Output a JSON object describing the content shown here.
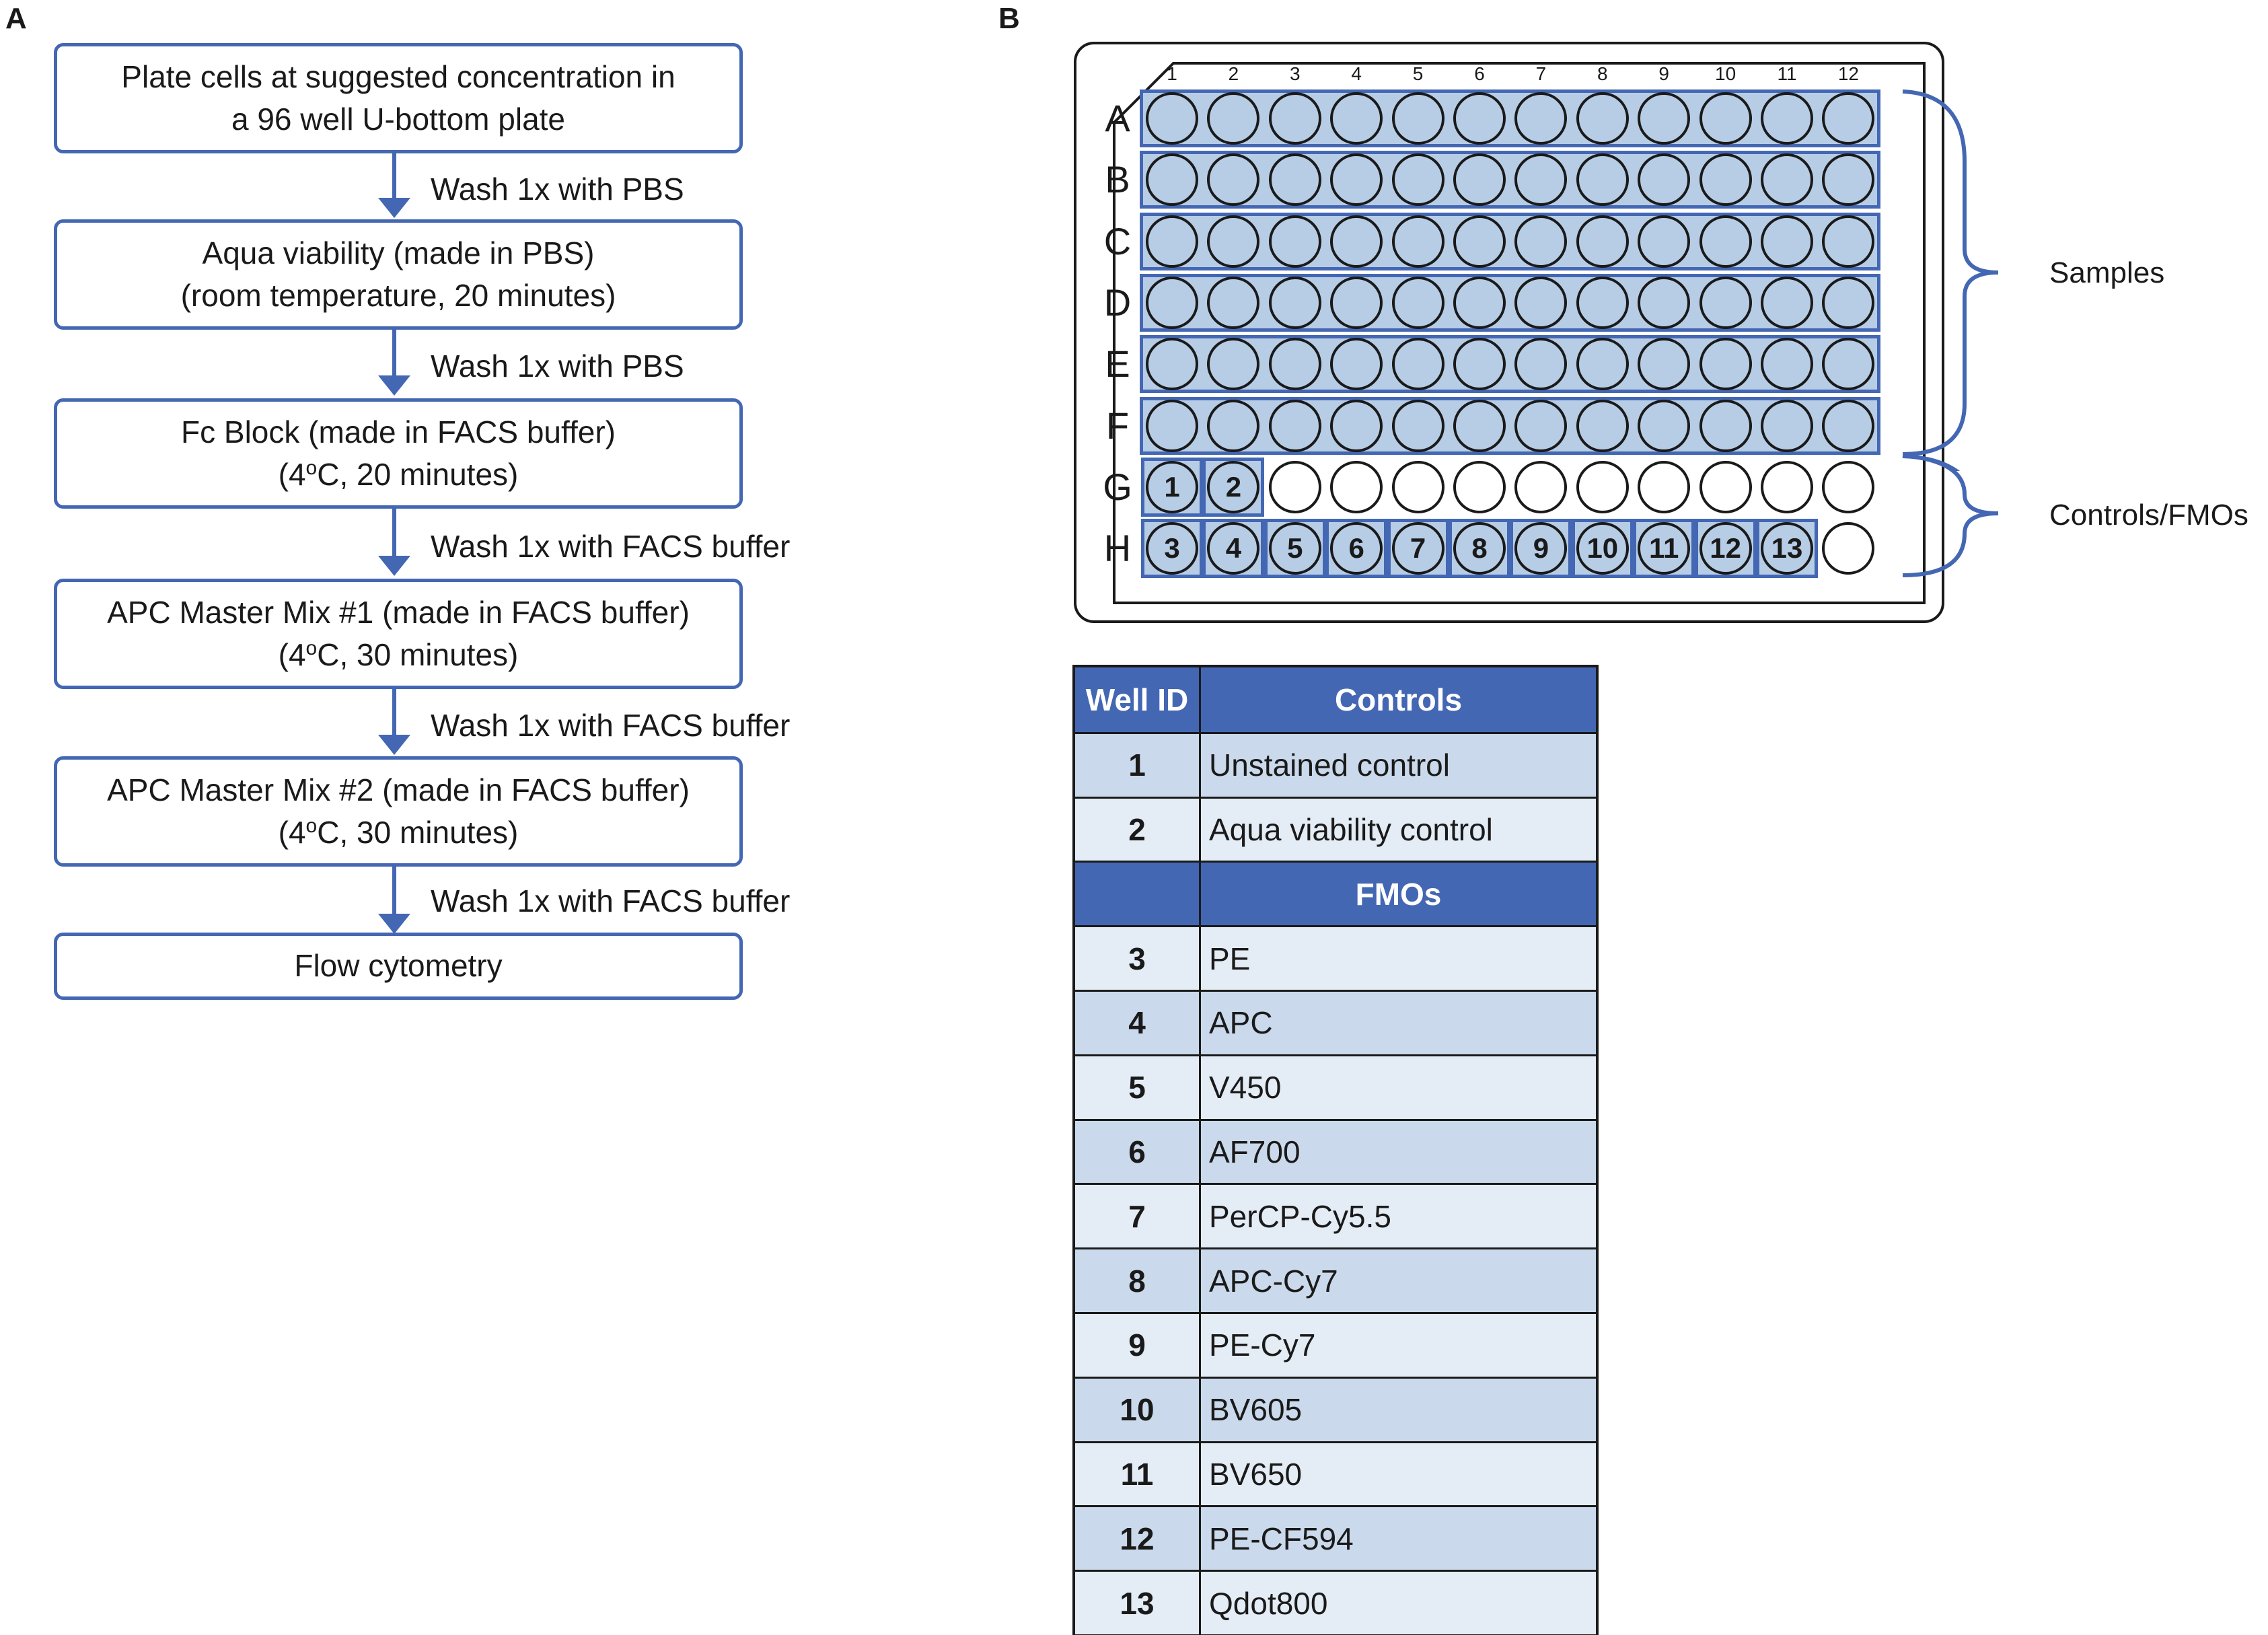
{
  "panel_a_letter": "A",
  "panel_b_letter": "B",
  "workflow": {
    "steps": [
      {
        "line1": "Plate cells at suggested concentration in",
        "line2": "a 96 well U-bottom plate"
      },
      {
        "line1": "Aqua viability (made in PBS)",
        "line2": "(room temperature, 20 minutes)"
      },
      {
        "line1": "Fc Block (made in FACS buffer)",
        "line2_pre": "(4",
        "line2_sup": "o",
        "line2_post": "C, 20 minutes)"
      },
      {
        "line1": "APC Master Mix #1 (made in FACS buffer)",
        "line2_pre": "(4",
        "line2_sup": "o",
        "line2_post": "C, 30 minutes)"
      },
      {
        "line1": "APC Master Mix #2 (made in FACS buffer)",
        "line2_pre": "(4",
        "line2_sup": "o",
        "line2_post": "C, 30 minutes)"
      },
      {
        "line1": "Flow cytometry"
      }
    ],
    "washes": [
      "Wash 1x with PBS",
      "Wash 1x with PBS",
      "Wash 1x with FACS buffer",
      "Wash 1x with FACS buffer",
      "Wash 1x with FACS buffer"
    ]
  },
  "plate": {
    "columns": [
      "1",
      "2",
      "3",
      "4",
      "5",
      "6",
      "7",
      "8",
      "9",
      "10",
      "11",
      "12"
    ],
    "rows": [
      "A",
      "B",
      "C",
      "D",
      "E",
      "F",
      "G",
      "H"
    ],
    "row_g_labels": [
      "1",
      "2"
    ],
    "row_h_labels": [
      "3",
      "4",
      "5",
      "6",
      "7",
      "8",
      "9",
      "10",
      "11",
      "12",
      "13"
    ],
    "samples_label": "Samples",
    "controls_label": "Controls/FMOs",
    "colors": {
      "accent": "#4467b3",
      "well_fill": "#b7cde6"
    }
  },
  "table": {
    "header": {
      "col1": "Well ID",
      "col2": "Controls"
    },
    "controls": [
      {
        "id": "1",
        "name": "Unstained control"
      },
      {
        "id": "2",
        "name": "Aqua viability control"
      }
    ],
    "fmo_header": {
      "col1": "",
      "col2": "FMOs"
    },
    "fmos": [
      {
        "id": "3",
        "name": "PE"
      },
      {
        "id": "4",
        "name": "APC"
      },
      {
        "id": "5",
        "name": "V450"
      },
      {
        "id": "6",
        "name": "AF700"
      },
      {
        "id": "7",
        "name": "PerCP-Cy5.5"
      },
      {
        "id": "8",
        "name": "APC-Cy7"
      },
      {
        "id": "9",
        "name": "PE-Cy7"
      },
      {
        "id": "10",
        "name": "BV605"
      },
      {
        "id": "11",
        "name": "BV650"
      },
      {
        "id": "12",
        "name": "PE-CF594"
      },
      {
        "id": "13",
        "name": "Qdot800"
      }
    ]
  }
}
